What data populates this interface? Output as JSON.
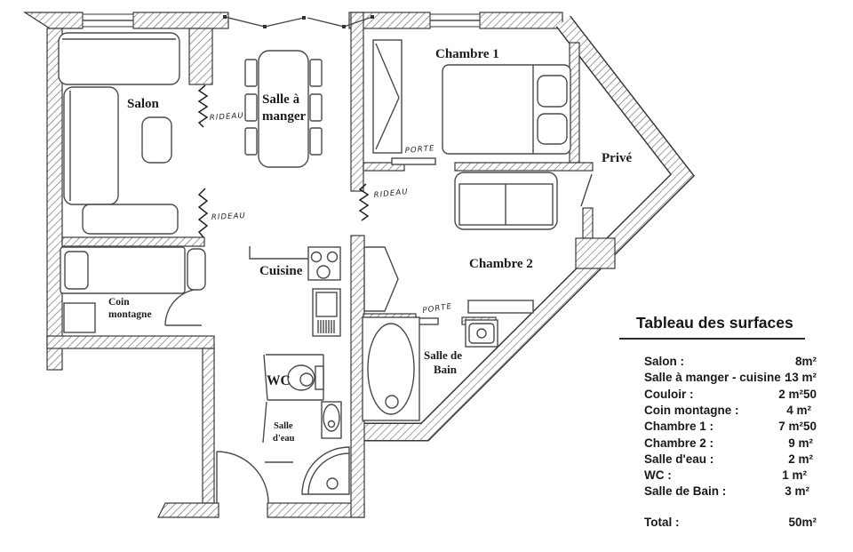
{
  "floor_plan": {
    "rooms": {
      "salon": "Salon",
      "salle_a_manger_l1": "Salle à",
      "salle_a_manger_l2": "manger",
      "chambre1": "Chambre 1",
      "chambre2": "Chambre 2",
      "prive": "Privé",
      "cuisine": "Cuisine",
      "coin_montagne_l1": "Coin",
      "coin_montagne_l2": "montagne",
      "wc": "WC",
      "salle_eau_l1": "Salle",
      "salle_eau_l2": "d'eau",
      "salle_bain_l1": "Salle de",
      "salle_bain_l2": "Bain"
    },
    "annotations": {
      "rideau": "RIDEAU",
      "porte": "PORTE"
    }
  },
  "surface_table": {
    "title": "Tableau des surfaces",
    "rows": [
      {
        "label": "Salon :",
        "value": "8m²"
      },
      {
        "label": "Salle à manger - cuisine :",
        "value": "13 m²"
      },
      {
        "label": "Couloir :",
        "value": "2 m²50"
      },
      {
        "label": "Coin montagne :",
        "value": "4 m²"
      },
      {
        "label": "Chambre 1 :",
        "value": "7 m²50"
      },
      {
        "label": "Chambre 2 :",
        "value": "9 m²"
      },
      {
        "label": "Salle d'eau :",
        "value": "2 m²"
      },
      {
        "label": "WC :",
        "value": "1 m²"
      },
      {
        "label": "Salle de Bain :",
        "value": "3 m²"
      }
    ],
    "total_label": "Total :",
    "total_value": "50m²"
  },
  "colors": {
    "ink": "#2b2b2b",
    "paper": "#ffffff"
  }
}
